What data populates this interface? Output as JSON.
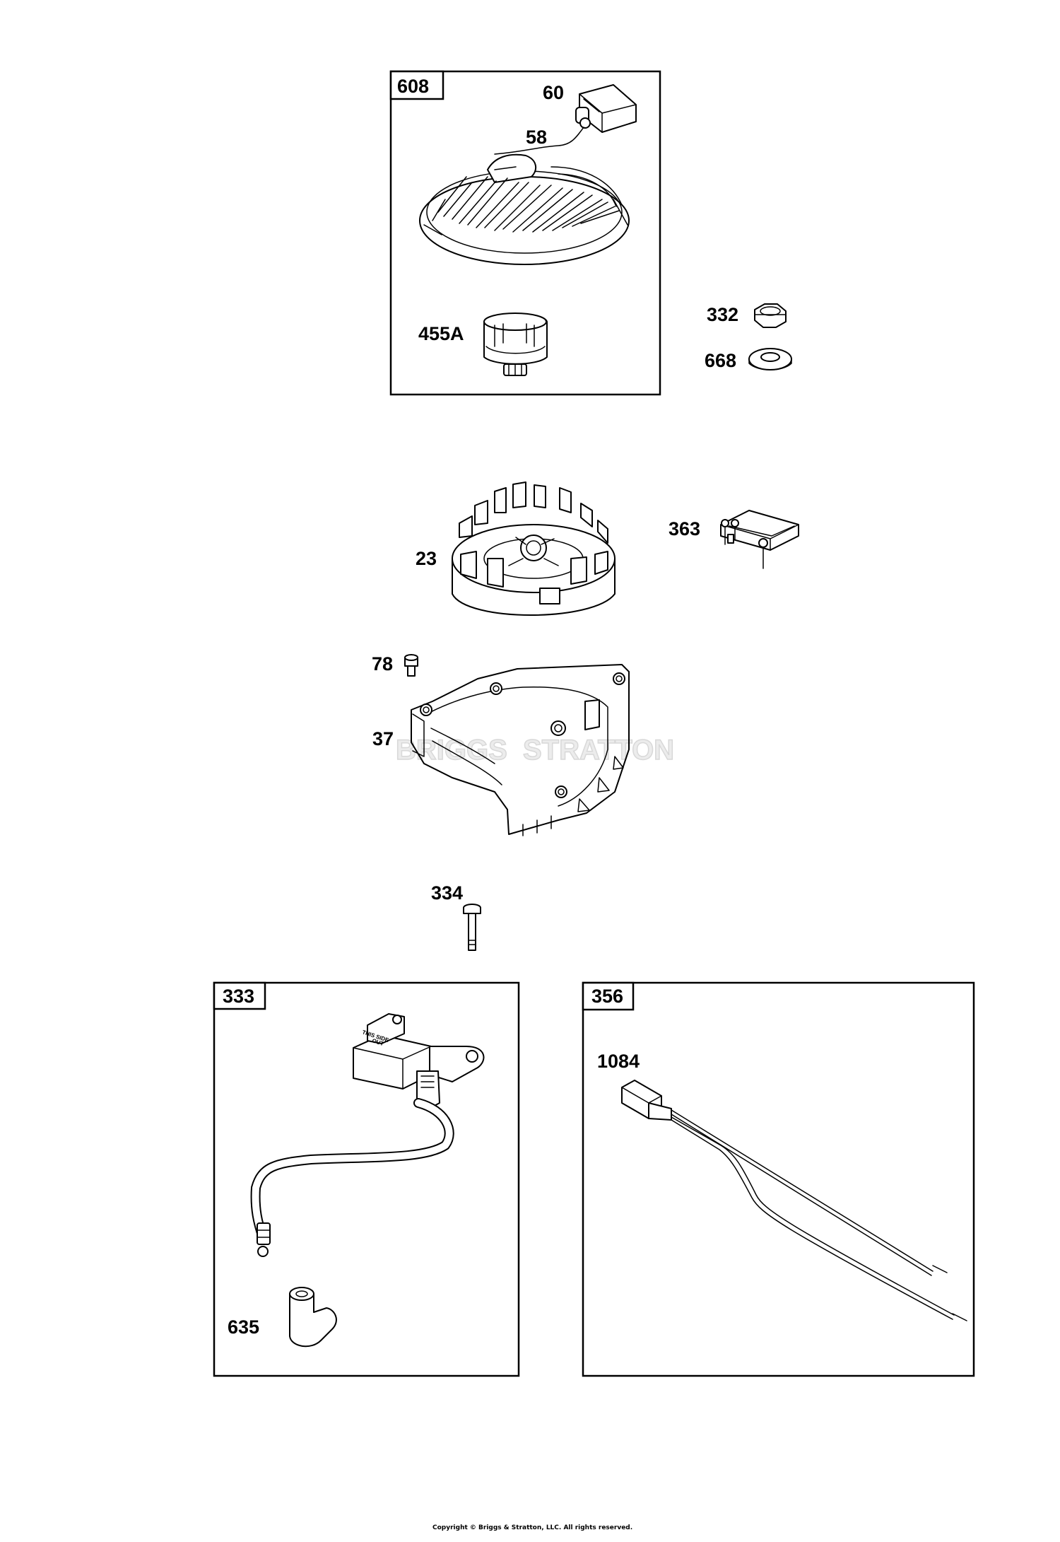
{
  "boxes": {
    "recoil_starter": "608",
    "ignition_armature": "333",
    "wire_harness": "356"
  },
  "labels": {
    "handle": "60",
    "rope": "58",
    "starter_cup": "455A",
    "nut": "332",
    "washer": "668",
    "flywheel": "23",
    "brake_bracket": "363",
    "screw": "78",
    "housing": "37",
    "bolt": "334",
    "spark_plug_boot": "635",
    "wire": "1084"
  },
  "armature_text": {
    "line1": "THIS SIDE",
    "line2": "OUT"
  },
  "watermark": {
    "word1": "BRIGGS",
    "word2": "STRATTON"
  },
  "footer": {
    "copyright": "Copyright © Briggs & Stratton, LLC. All rights reserved."
  }
}
